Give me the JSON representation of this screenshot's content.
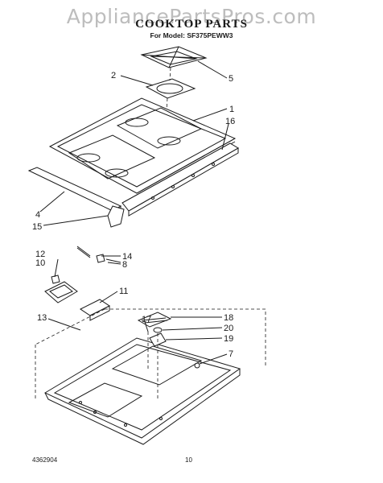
{
  "watermark": "AppliancePartsPros.com",
  "title": "COOKTOP PARTS",
  "subtitle": "For Model: SF375PEWW3",
  "footer": {
    "left": "4362904",
    "page": "10"
  },
  "callouts": {
    "c1": "1",
    "c2": "2",
    "c4": "4",
    "c5": "5",
    "c7": "7",
    "c8": "8",
    "c10": "10",
    "c11": "11",
    "c12": "12",
    "c13": "13",
    "c14": "14",
    "c15": "15",
    "c16": "16",
    "c17": "17",
    "c18": "18",
    "c19": "19",
    "c20": "20"
  }
}
